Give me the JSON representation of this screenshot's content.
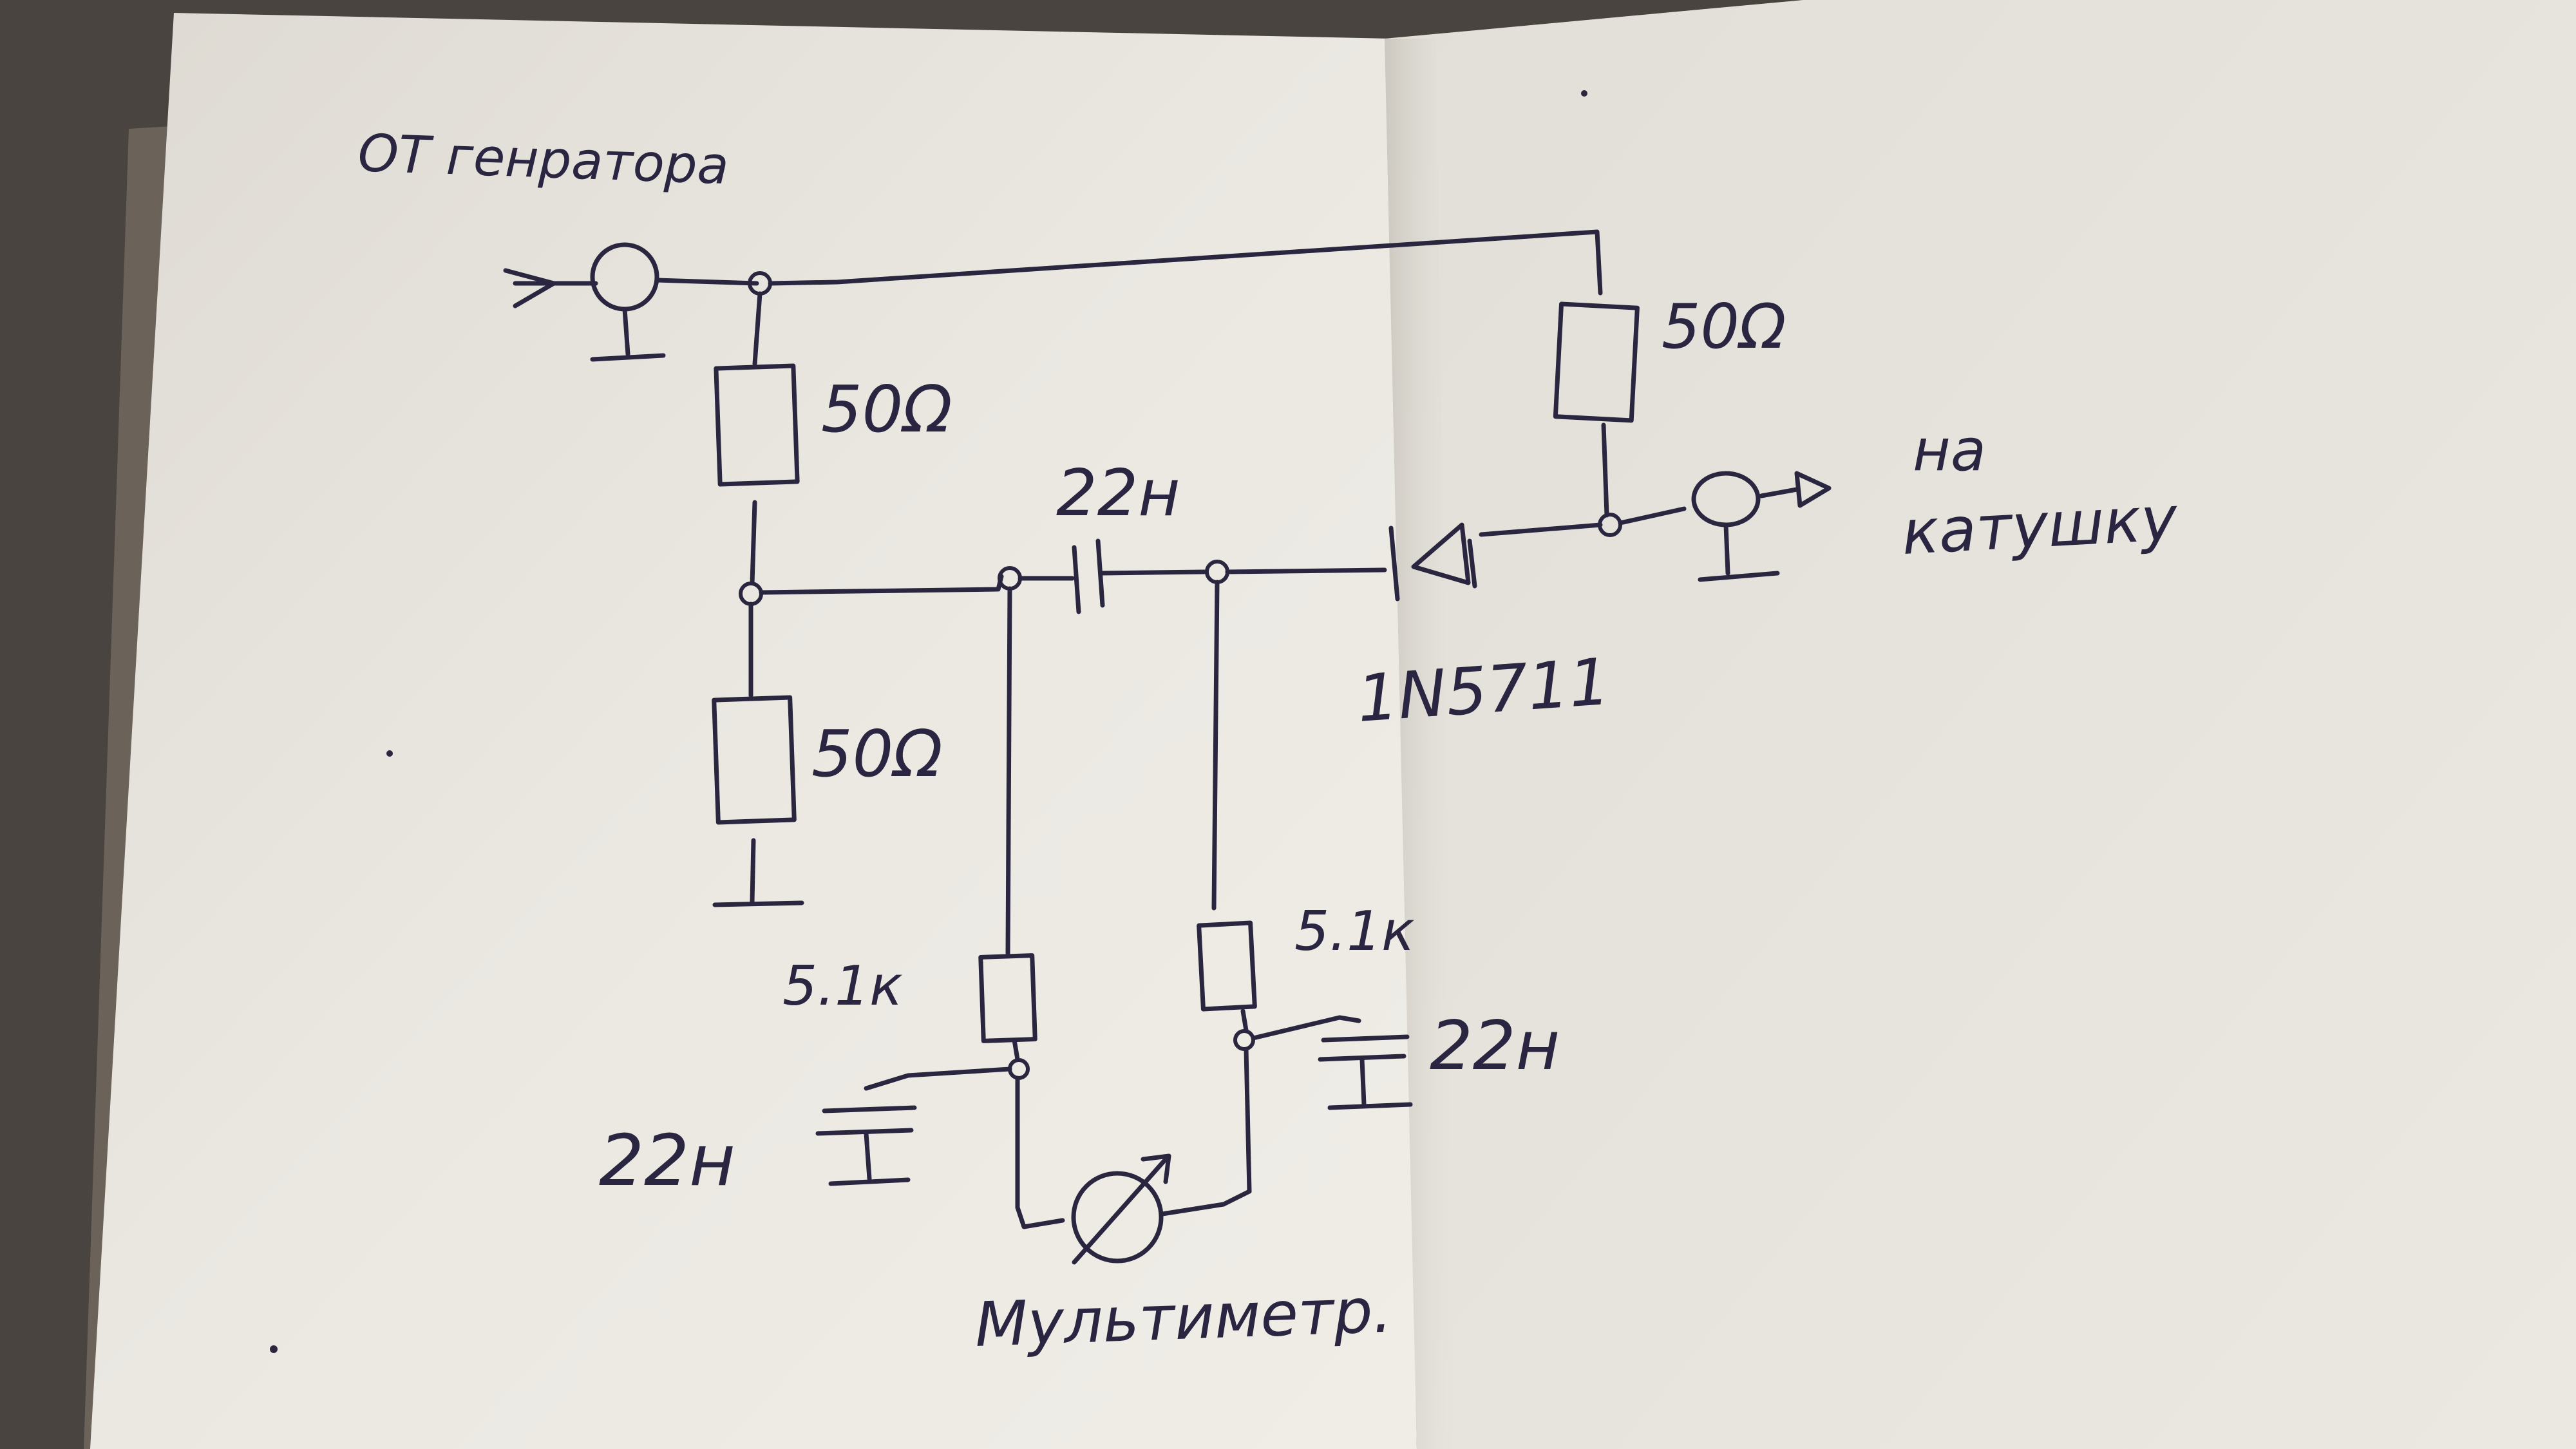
{
  "labels": {
    "source": "ОТ генратора",
    "r_top_left": "50Ω",
    "r_top_right": "50Ω",
    "r_bottom_left": "50Ω",
    "c_series": "22н",
    "diode": "1N5711",
    "output_line1": "на",
    "output_line2": "катушку",
    "r_left_filter": "5.1к",
    "r_right_filter": "5.1к",
    "c_left_filter": "22н",
    "c_right_filter": "22н",
    "meter": "Мультиметр."
  },
  "colors": {
    "ink": "#2b2640",
    "paper_left": "#ece9e3",
    "paper_right": "#e6e3dc",
    "background": "#4a4440"
  }
}
